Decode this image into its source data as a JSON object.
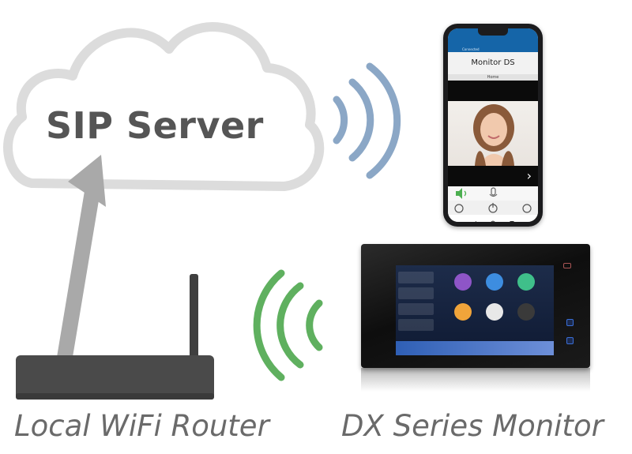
{
  "cloud": {
    "label": "SIP Server"
  },
  "router": {
    "caption": "Local WiFi Router"
  },
  "monitor_device": {
    "caption": "DX Series Monitor"
  },
  "phone_app": {
    "status": "Connected",
    "title": "Monitor DS",
    "tab": "Home"
  },
  "colors": {
    "cloud_outline": "#dcdcdc",
    "arrow": "#a9a9a9",
    "router": "#4a4a4a",
    "wifi_phone": "#8ba7c6",
    "wifi_monitor": "#5fb05f",
    "caption_text": "#6a6a6a"
  },
  "icons": [
    "wifi-waves-icon",
    "upload-arrow-icon",
    "router-antenna-icon"
  ]
}
